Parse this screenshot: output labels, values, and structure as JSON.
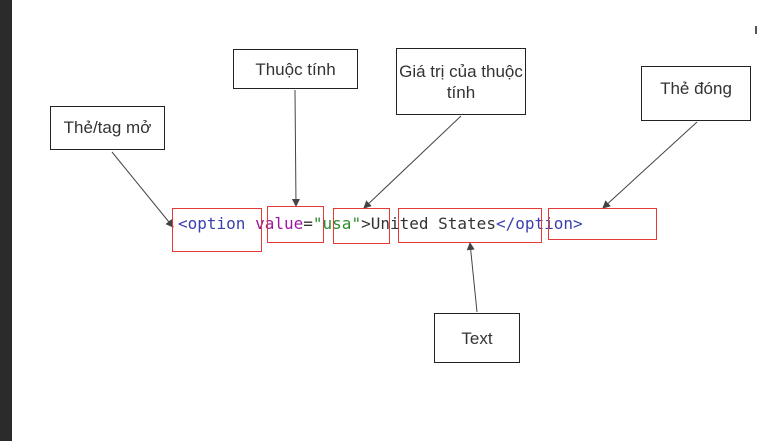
{
  "labels": {
    "open_tag": "Thẻ/tag mở",
    "attribute": "Thuộc tính",
    "attribute_value": "Giá trị của thuộc tính",
    "close_tag": "Thẻ đóng",
    "text": "Text"
  },
  "code": {
    "open_lt": "<",
    "tag_name": "option",
    "space": " ",
    "attr_name": "value",
    "equals": "=",
    "quote_open": "\"",
    "attr_value": "usa",
    "quote_close": "\"",
    "open_gt": ">",
    "text_content": "United States",
    "close_lt": "<",
    "close_tag": "/option",
    "close_gt": ">"
  },
  "colors": {
    "highlight_box": "#e53935",
    "tag": "#3a3fb0",
    "attribute": "#9b17a3",
    "value": "#2e8b2e"
  }
}
